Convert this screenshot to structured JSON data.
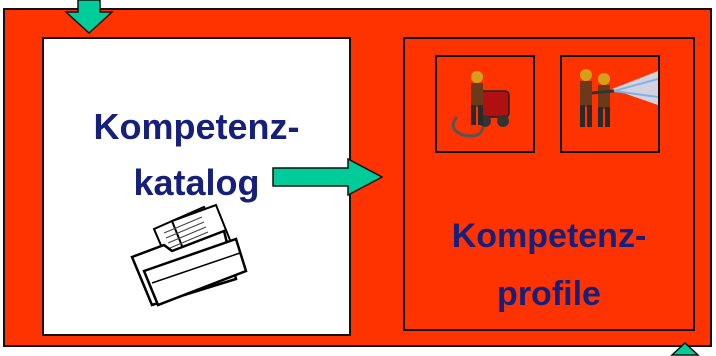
{
  "diagram": {
    "catalog": {
      "line1": "Kompetenz-",
      "line2": "katalog"
    },
    "profiles": {
      "line1": "Kompetenz-",
      "line2": "profile"
    },
    "icons": [
      "document-folder-icon",
      "firefighter-pump-icon",
      "firefighter-hose-icon",
      "arrow-icon"
    ],
    "colors": {
      "background": "#ff3300",
      "text": "#16207a",
      "arrow": "#00cc99"
    }
  }
}
